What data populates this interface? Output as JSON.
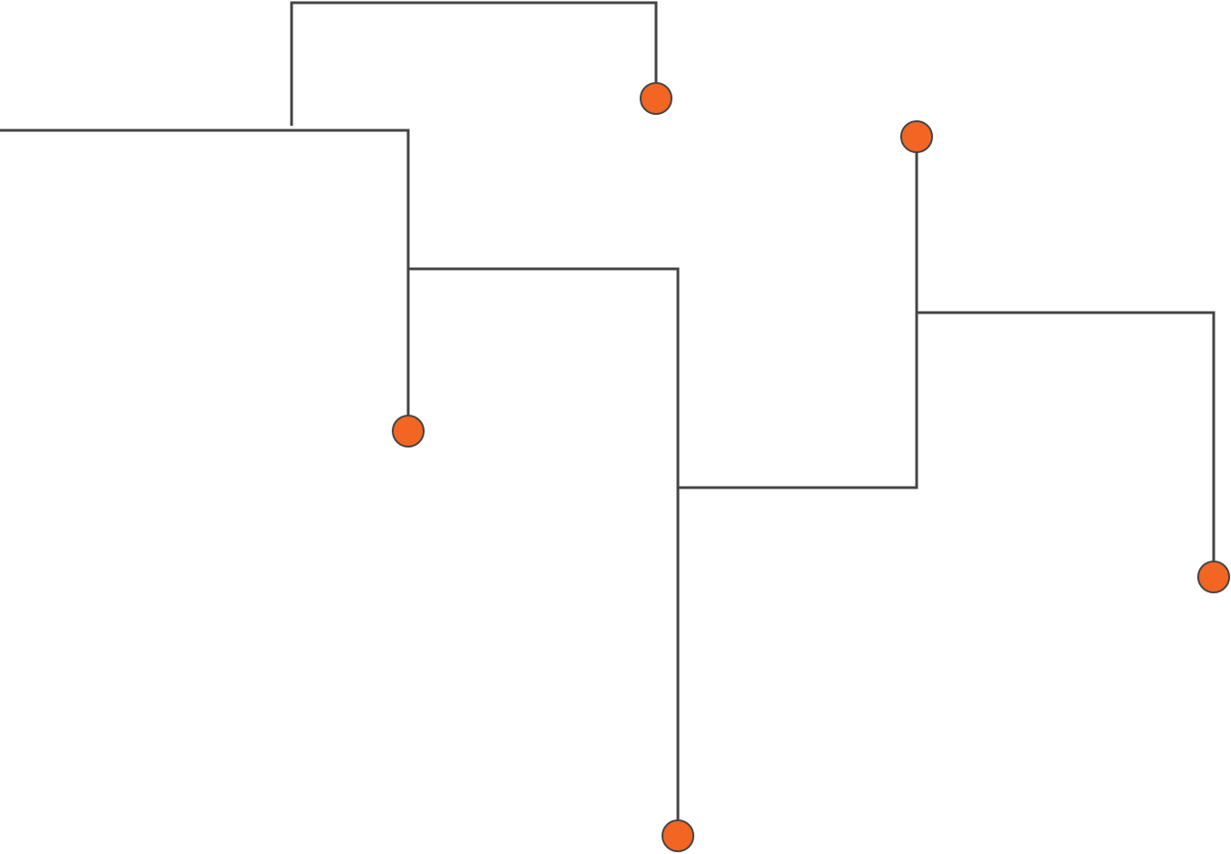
{
  "diagram": {
    "type": "tree",
    "colors": {
      "edge": "#444444",
      "node_fill": "#f26522",
      "node_stroke": "#444444"
    },
    "node_count": 5,
    "edge_count": 5
  }
}
